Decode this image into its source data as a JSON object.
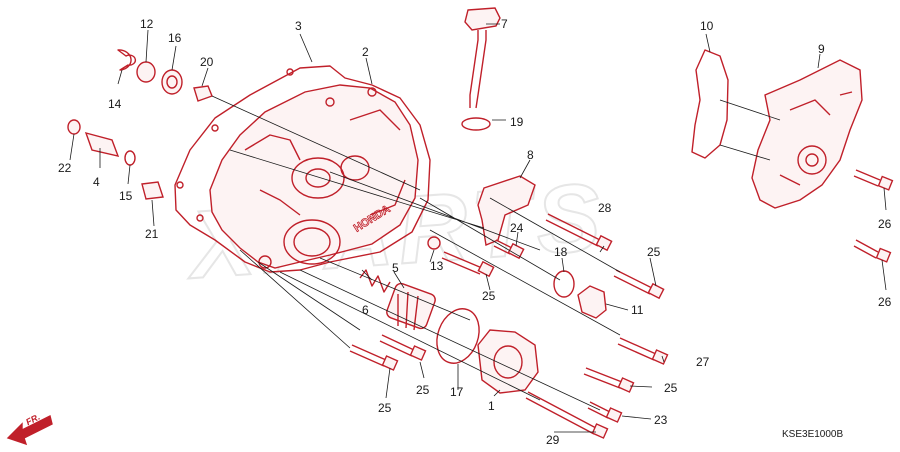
{
  "diagram": {
    "code": "KSE3E1000B",
    "direction_label": "FR.",
    "watermark": "XPARTS",
    "brand": "HONDA",
    "callouts": [
      {
        "id": "c1",
        "label": "1"
      },
      {
        "id": "c2",
        "label": "2"
      },
      {
        "id": "c3",
        "label": "3"
      },
      {
        "id": "c4",
        "label": "4"
      },
      {
        "id": "c5",
        "label": "5"
      },
      {
        "id": "c6",
        "label": "6"
      },
      {
        "id": "c7",
        "label": "7"
      },
      {
        "id": "c8",
        "label": "8"
      },
      {
        "id": "c9",
        "label": "9"
      },
      {
        "id": "c10",
        "label": "10"
      },
      {
        "id": "c11",
        "label": "11"
      },
      {
        "id": "c12",
        "label": "12"
      },
      {
        "id": "c13",
        "label": "13"
      },
      {
        "id": "c14",
        "label": "14"
      },
      {
        "id": "c15",
        "label": "15"
      },
      {
        "id": "c16",
        "label": "16"
      },
      {
        "id": "c17",
        "label": "17"
      },
      {
        "id": "c18",
        "label": "18"
      },
      {
        "id": "c19",
        "label": "19"
      },
      {
        "id": "c20",
        "label": "20"
      },
      {
        "id": "c21",
        "label": "21"
      },
      {
        "id": "c22",
        "label": "22"
      },
      {
        "id": "c23",
        "label": "23"
      },
      {
        "id": "c24",
        "label": "24"
      },
      {
        "id": "c25a",
        "label": "25"
      },
      {
        "id": "c25b",
        "label": "25"
      },
      {
        "id": "c25c",
        "label": "25"
      },
      {
        "id": "c25d",
        "label": "25"
      },
      {
        "id": "c25e",
        "label": "25"
      },
      {
        "id": "c26a",
        "label": "26"
      },
      {
        "id": "c26b",
        "label": "26"
      },
      {
        "id": "c27",
        "label": "27"
      },
      {
        "id": "c28",
        "label": "28"
      },
      {
        "id": "c29",
        "label": "29"
      }
    ]
  }
}
